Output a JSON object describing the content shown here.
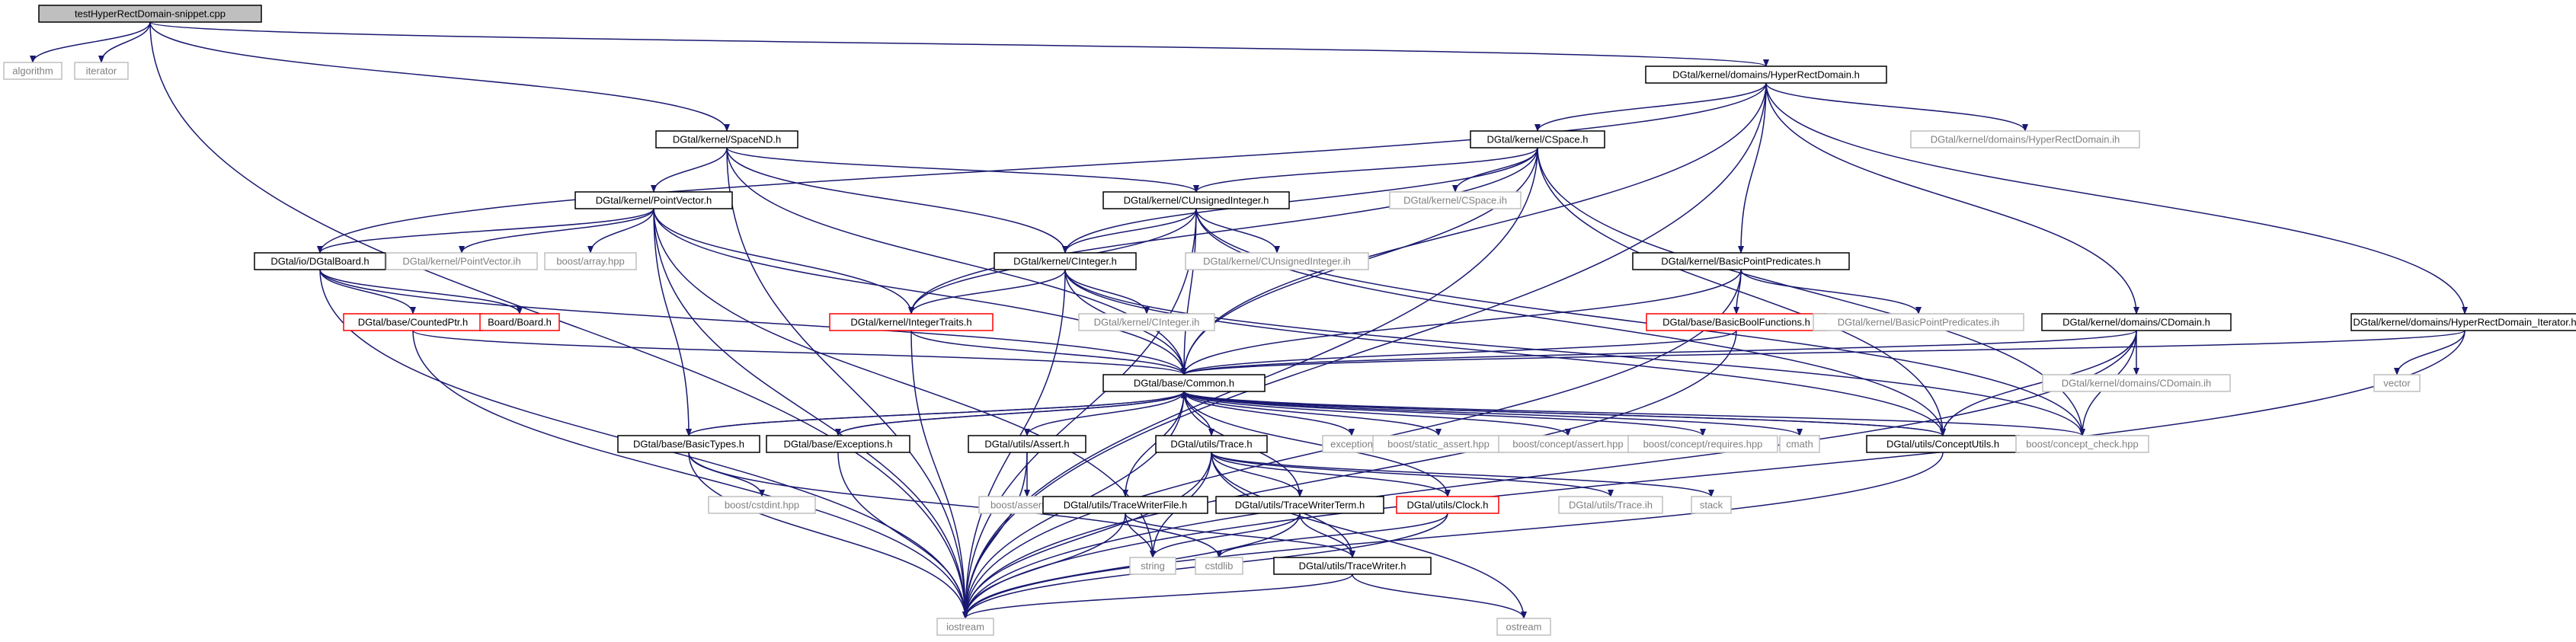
{
  "diagram": {
    "title": "testHyperRectDomain-snippet.cpp",
    "colors": {
      "edge": "#191970",
      "root_fill": "#bfbfbf",
      "documented_border": "#000000",
      "external_border": "#bfbfbf",
      "undocumented_border": "#ff0000"
    },
    "nodes": [
      {
        "id": "root",
        "label": "testHyperRectDomain-snippet.cpp",
        "style": "root"
      },
      {
        "id": "algorithm",
        "label": "algorithm",
        "style": "grey"
      },
      {
        "id": "iterator",
        "label": "iterator",
        "style": "grey"
      },
      {
        "id": "hrd",
        "label": "DGtal/kernel/domains/HyperRectDomain.h",
        "style": "black"
      },
      {
        "id": "spacend",
        "label": "DGtal/kernel/SpaceND.h",
        "style": "black"
      },
      {
        "id": "cspace",
        "label": "DGtal/kernel/CSpace.h",
        "style": "black"
      },
      {
        "id": "hrd_ih",
        "label": "DGtal/kernel/domains/HyperRectDomain.ih",
        "style": "grey"
      },
      {
        "id": "pointvector",
        "label": "DGtal/kernel/PointVector.h",
        "style": "black"
      },
      {
        "id": "cuint",
        "label": "DGtal/kernel/CUnsignedInteger.h",
        "style": "black"
      },
      {
        "id": "cspace_ih",
        "label": "DGtal/kernel/CSpace.ih",
        "style": "grey"
      },
      {
        "id": "dgtalboard",
        "label": "DGtal/io/DGtalBoard.h",
        "style": "black"
      },
      {
        "id": "pv_ih",
        "label": "DGtal/kernel/PointVector.ih",
        "style": "grey"
      },
      {
        "id": "boost_array",
        "label": "boost/array.hpp",
        "style": "grey"
      },
      {
        "id": "cinteger",
        "label": "DGtal/kernel/CInteger.h",
        "style": "black"
      },
      {
        "id": "cuint_ih",
        "label": "DGtal/kernel/CUnsignedInteger.ih",
        "style": "grey"
      },
      {
        "id": "bpp",
        "label": "DGtal/kernel/BasicPointPredicates.h",
        "style": "black"
      },
      {
        "id": "countedptr",
        "label": "DGtal/base/CountedPtr.h",
        "style": "red"
      },
      {
        "id": "board",
        "label": "Board/Board.h",
        "style": "red"
      },
      {
        "id": "integertraits",
        "label": "DGtal/kernel/IntegerTraits.h",
        "style": "red"
      },
      {
        "id": "cinteger_ih",
        "label": "DGtal/kernel/CInteger.ih",
        "style": "grey"
      },
      {
        "id": "basicbool",
        "label": "DGtal/base/BasicBoolFunctions.h",
        "style": "red"
      },
      {
        "id": "bpp_ih",
        "label": "DGtal/kernel/BasicPointPredicates.ih",
        "style": "grey"
      },
      {
        "id": "cdomain",
        "label": "DGtal/kernel/domains/CDomain.h",
        "style": "black"
      },
      {
        "id": "hrd_iter",
        "label": "DGtal/kernel/domains/HyperRectDomain_Iterator.h",
        "style": "black"
      },
      {
        "id": "cdomain_ih",
        "label": "DGtal/kernel/domains/CDomain.ih",
        "style": "grey"
      },
      {
        "id": "vector",
        "label": "vector",
        "style": "grey"
      },
      {
        "id": "common",
        "label": "DGtal/base/Common.h",
        "style": "black"
      },
      {
        "id": "basictypes",
        "label": "DGtal/base/BasicTypes.h",
        "style": "black"
      },
      {
        "id": "exceptions",
        "label": "DGtal/base/Exceptions.h",
        "style": "black"
      },
      {
        "id": "assert",
        "label": "DGtal/utils/Assert.h",
        "style": "black"
      },
      {
        "id": "trace",
        "label": "DGtal/utils/Trace.h",
        "style": "black"
      },
      {
        "id": "exception",
        "label": "exception",
        "style": "grey"
      },
      {
        "id": "boost_static_assert",
        "label": "boost/static_assert.hpp",
        "style": "grey"
      },
      {
        "id": "boost_concept_assert",
        "label": "boost/concept/assert.hpp",
        "style": "grey"
      },
      {
        "id": "boost_concept_requires",
        "label": "boost/concept/requires.hpp",
        "style": "grey"
      },
      {
        "id": "cmath",
        "label": "cmath",
        "style": "grey"
      },
      {
        "id": "conceptutils",
        "label": "DGtal/utils/ConceptUtils.h",
        "style": "black"
      },
      {
        "id": "boost_concept_check",
        "label": "boost/concept_check.hpp",
        "style": "grey"
      },
      {
        "id": "boost_cstdint",
        "label": "boost/cstdint.hpp",
        "style": "grey"
      },
      {
        "id": "boost_assert",
        "label": "boost/assert.hpp",
        "style": "grey"
      },
      {
        "id": "twfile",
        "label": "DGtal/utils/TraceWriterFile.h",
        "style": "black"
      },
      {
        "id": "twterm",
        "label": "DGtal/utils/TraceWriterTerm.h",
        "style": "black"
      },
      {
        "id": "clock",
        "label": "DGtal/utils/Clock.h",
        "style": "red"
      },
      {
        "id": "trace_ih",
        "label": "DGtal/utils/Trace.ih",
        "style": "grey"
      },
      {
        "id": "stack",
        "label": "stack",
        "style": "grey"
      },
      {
        "id": "string",
        "label": "string",
        "style": "grey"
      },
      {
        "id": "cstdlib",
        "label": "cstdlib",
        "style": "grey"
      },
      {
        "id": "tracewriter",
        "label": "DGtal/utils/TraceWriter.h",
        "style": "black"
      },
      {
        "id": "iostream",
        "label": "iostream",
        "style": "grey"
      },
      {
        "id": "ostream",
        "label": "ostream",
        "style": "grey"
      }
    ],
    "edges": [
      [
        "root",
        "algorithm"
      ],
      [
        "root",
        "iterator"
      ],
      [
        "root",
        "hrd"
      ],
      [
        "root",
        "spacend"
      ],
      [
        "root",
        "iostream"
      ],
      [
        "hrd",
        "cspace"
      ],
      [
        "hrd",
        "hrd_ih"
      ],
      [
        "hrd",
        "bpp"
      ],
      [
        "hrd",
        "cdomain"
      ],
      [
        "hrd",
        "hrd_iter"
      ],
      [
        "hrd",
        "common"
      ],
      [
        "hrd",
        "dgtalboard"
      ],
      [
        "hrd",
        "iostream"
      ],
      [
        "spacend",
        "pointvector"
      ],
      [
        "spacend",
        "cuint"
      ],
      [
        "spacend",
        "cinteger"
      ],
      [
        "spacend",
        "common"
      ],
      [
        "spacend",
        "iostream"
      ],
      [
        "cspace",
        "cspace_ih"
      ],
      [
        "cspace",
        "cuint"
      ],
      [
        "cspace",
        "cinteger"
      ],
      [
        "cspace",
        "integertraits"
      ],
      [
        "cspace",
        "common"
      ],
      [
        "cspace",
        "conceptutils"
      ],
      [
        "cspace",
        "boost_concept_check"
      ],
      [
        "cspace",
        "iostream"
      ],
      [
        "pointvector",
        "dgtalboard"
      ],
      [
        "pointvector",
        "pv_ih"
      ],
      [
        "pointvector",
        "boost_array"
      ],
      [
        "pointvector",
        "integertraits"
      ],
      [
        "pointvector",
        "basictypes"
      ],
      [
        "pointvector",
        "common"
      ],
      [
        "pointvector",
        "string"
      ],
      [
        "pointvector",
        "iostream"
      ],
      [
        "cuint",
        "cuint_ih"
      ],
      [
        "cuint",
        "cinteger"
      ],
      [
        "cuint",
        "integertraits"
      ],
      [
        "cuint",
        "common"
      ],
      [
        "cuint",
        "conceptutils"
      ],
      [
        "cuint",
        "boost_concept_check"
      ],
      [
        "cuint",
        "iostream"
      ],
      [
        "dgtalboard",
        "countedptr"
      ],
      [
        "dgtalboard",
        "board"
      ],
      [
        "dgtalboard",
        "common"
      ],
      [
        "dgtalboard",
        "iostream"
      ],
      [
        "cinteger",
        "cinteger_ih"
      ],
      [
        "cinteger",
        "integertraits"
      ],
      [
        "cinteger",
        "common"
      ],
      [
        "cinteger",
        "conceptutils"
      ],
      [
        "cinteger",
        "boost_concept_check"
      ],
      [
        "cinteger",
        "iostream"
      ],
      [
        "bpp",
        "bpp_ih"
      ],
      [
        "bpp",
        "basicbool"
      ],
      [
        "bpp",
        "common"
      ],
      [
        "bpp",
        "iostream"
      ],
      [
        "countedptr",
        "common"
      ],
      [
        "countedptr",
        "iostream"
      ],
      [
        "integertraits",
        "common"
      ],
      [
        "integertraits",
        "iostream"
      ],
      [
        "basicbool",
        "common"
      ],
      [
        "basicbool",
        "iostream"
      ],
      [
        "cdomain",
        "cdomain_ih"
      ],
      [
        "cdomain",
        "common"
      ],
      [
        "cdomain",
        "conceptutils"
      ],
      [
        "cdomain",
        "boost_concept_check"
      ],
      [
        "cdomain",
        "iostream"
      ],
      [
        "hrd_iter",
        "vector"
      ],
      [
        "hrd_iter",
        "common"
      ],
      [
        "hrd_iter",
        "iostream"
      ],
      [
        "common",
        "basictypes"
      ],
      [
        "common",
        "exceptions"
      ],
      [
        "common",
        "assert"
      ],
      [
        "common",
        "trace"
      ],
      [
        "common",
        "twfile"
      ],
      [
        "common",
        "twterm"
      ],
      [
        "common",
        "clock"
      ],
      [
        "common",
        "exception"
      ],
      [
        "common",
        "boost_static_assert"
      ],
      [
        "common",
        "boost_concept_assert"
      ],
      [
        "common",
        "boost_concept_requires"
      ],
      [
        "common",
        "cmath"
      ],
      [
        "common",
        "conceptutils"
      ],
      [
        "common",
        "boost_concept_check"
      ],
      [
        "common",
        "iostream"
      ],
      [
        "basictypes",
        "common"
      ],
      [
        "basictypes",
        "boost_cstdint"
      ],
      [
        "basictypes",
        "cstdlib"
      ],
      [
        "basictypes",
        "iostream"
      ],
      [
        "exceptions",
        "common"
      ],
      [
        "exceptions",
        "iostream"
      ],
      [
        "assert",
        "boost_assert"
      ],
      [
        "assert",
        "iostream"
      ],
      [
        "trace",
        "trace_ih"
      ],
      [
        "trace",
        "stack"
      ],
      [
        "trace",
        "twterm"
      ],
      [
        "trace",
        "clock"
      ],
      [
        "trace",
        "tracewriter"
      ],
      [
        "trace",
        "string"
      ],
      [
        "trace",
        "iostream"
      ],
      [
        "trace",
        "ostream"
      ],
      [
        "conceptutils",
        "common"
      ],
      [
        "conceptutils",
        "iostream"
      ],
      [
        "twfile",
        "tracewriter"
      ],
      [
        "twfile",
        "string"
      ],
      [
        "twfile",
        "iostream"
      ],
      [
        "twterm",
        "tracewriter"
      ],
      [
        "twterm",
        "string"
      ],
      [
        "twterm",
        "iostream"
      ],
      [
        "clock",
        "cstdlib"
      ],
      [
        "clock",
        "iostream"
      ],
      [
        "tracewriter",
        "iostream"
      ],
      [
        "tracewriter",
        "ostream"
      ]
    ]
  }
}
